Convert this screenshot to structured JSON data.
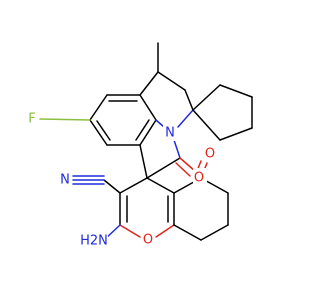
{
  "molecule": {
    "atoms": {
      "methyl": {
        "label": "",
        "color": "#000000"
      },
      "fluorine": {
        "label": "F",
        "color": "#8cbf3f"
      },
      "ring_nitrogen": {
        "label": "N",
        "color": "#1f2bdc"
      },
      "lactam_oxygen": {
        "label": "O",
        "color": "#e0241b"
      },
      "ketone_oxygen": {
        "label": "O",
        "color": "#e0241b"
      },
      "nitrile_nitrogen": {
        "label": "N",
        "color": "#1f2bdc"
      },
      "amino_group": {
        "label": "H2N",
        "color": "#1f2bdc"
      },
      "pyran_oxygen": {
        "label": "O",
        "color": "#e0241b"
      }
    }
  }
}
